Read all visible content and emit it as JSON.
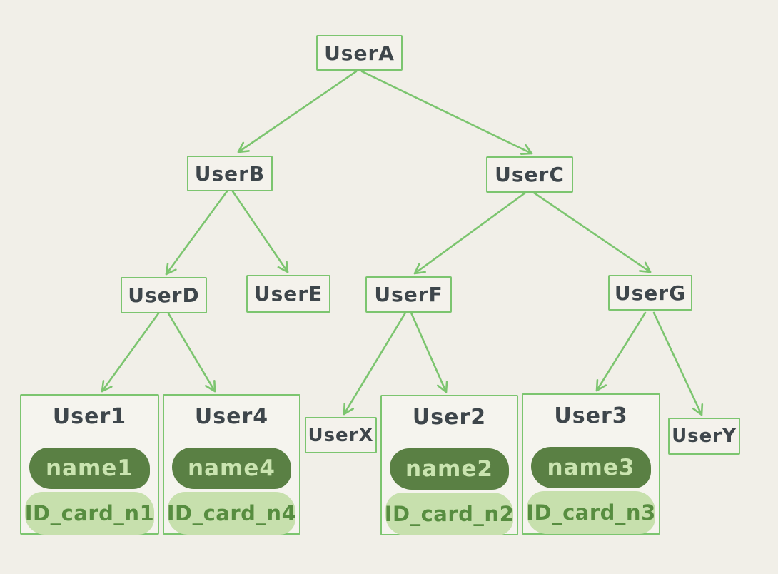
{
  "diagram": {
    "description": "Hand-drawn user hierarchy tree",
    "colors": {
      "background": "#f1efe8",
      "stroke_green": "#7cc56f",
      "node_text": "#3e464b",
      "pill_dark_bg": "#5a8044",
      "pill_dark_text": "#cae4b0",
      "pill_light_bg": "#c7e0ad",
      "pill_light_text": "#578d40"
    },
    "nodes": {
      "userA": {
        "label": "UserA"
      },
      "userB": {
        "label": "UserB"
      },
      "userC": {
        "label": "UserC"
      },
      "userD": {
        "label": "UserD"
      },
      "userE": {
        "label": "UserE"
      },
      "userF": {
        "label": "UserF"
      },
      "userG": {
        "label": "UserG"
      },
      "userX": {
        "label": "UserX"
      },
      "userY": {
        "label": "UserY"
      }
    },
    "cards": {
      "user1": {
        "title": "User1",
        "name": "name1",
        "id_card": "ID_card_n1"
      },
      "user4": {
        "title": "User4",
        "name": "name4",
        "id_card": "ID_card_n4"
      },
      "user2": {
        "title": "User2",
        "name": "name2",
        "id_card": "ID_card_n2"
      },
      "user3": {
        "title": "User3",
        "name": "name3",
        "id_card": "ID_card_n3"
      }
    },
    "edges": [
      {
        "from": "UserA",
        "to": "UserB"
      },
      {
        "from": "UserA",
        "to": "UserC"
      },
      {
        "from": "UserB",
        "to": "UserD"
      },
      {
        "from": "UserB",
        "to": "UserE"
      },
      {
        "from": "UserC",
        "to": "UserF"
      },
      {
        "from": "UserC",
        "to": "UserG"
      },
      {
        "from": "UserD",
        "to": "User1"
      },
      {
        "from": "UserD",
        "to": "User4"
      },
      {
        "from": "UserF",
        "to": "UserX"
      },
      {
        "from": "UserF",
        "to": "User2"
      },
      {
        "from": "UserG",
        "to": "User3"
      },
      {
        "from": "UserG",
        "to": "UserY"
      }
    ]
  }
}
